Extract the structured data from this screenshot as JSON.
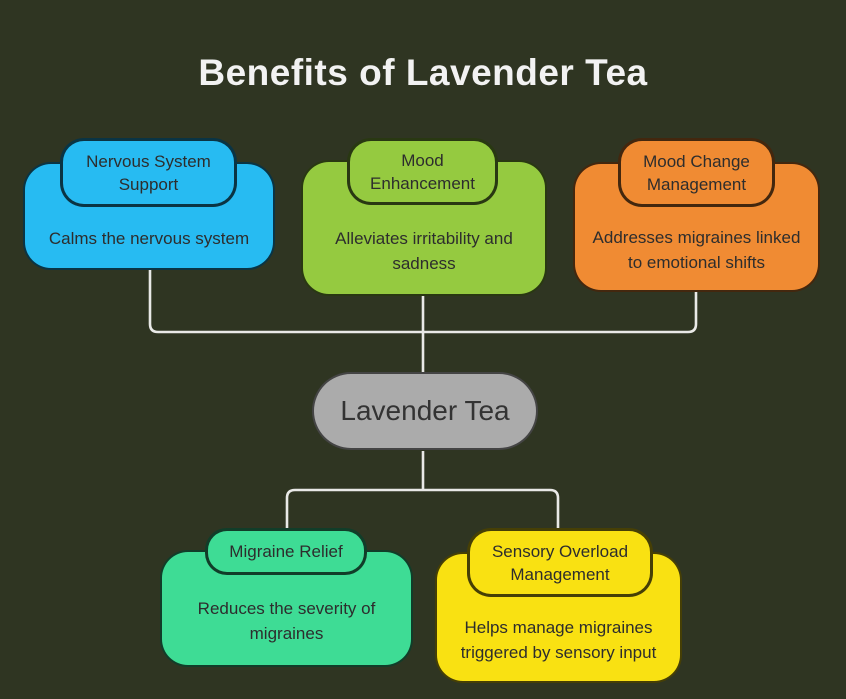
{
  "title": "Benefits of Lavender Tea",
  "root": {
    "label": "Lavender Tea",
    "color": "#ababab"
  },
  "nodes": [
    {
      "label": "Nervous System Support",
      "body": "Calms the nervous system",
      "color": "#27bbf2"
    },
    {
      "label": "Mood Enhancement",
      "body": "Alleviates irritability and sadness",
      "color": "#95ca40"
    },
    {
      "label": "Mood Change Management",
      "body": "Addresses migraines linked to emotional shifts",
      "color": "#f08b33"
    },
    {
      "label": "Migraine Relief",
      "body": "Reduces the severity of migraines",
      "color": "#3edc95"
    },
    {
      "label": "Sensory Overload Management",
      "body": "Helps manage migraines triggered by sensory input",
      "color": "#f9e112"
    }
  ],
  "colors": {
    "background": "#2f3522",
    "connector": "#e9e9e7",
    "title_text": "#f2f2f2",
    "node_text": "#2d2d2d"
  }
}
